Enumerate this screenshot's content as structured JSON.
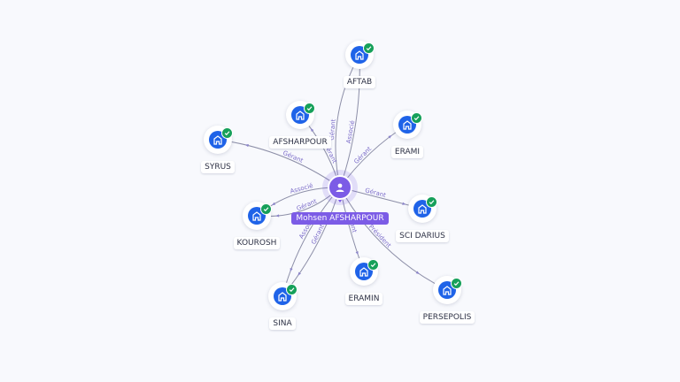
{
  "center": {
    "label": "Mohsen AFSHARPOUR",
    "icon": "person-icon",
    "color": "#7c5ce6"
  },
  "colors": {
    "company_icon": "#1f63e8",
    "verified_badge": "#16a05a",
    "edge_label": "#7b6cc9"
  },
  "nodes": [
    {
      "id": "aftab",
      "label": "AFTAB",
      "icon": "building-icon",
      "verified": true
    },
    {
      "id": "afsharpour",
      "label": "AFSHARPOUR",
      "icon": "building-icon",
      "verified": true
    },
    {
      "id": "erami",
      "label": "ERAMI",
      "icon": "building-icon",
      "verified": true
    },
    {
      "id": "syrus",
      "label": "SYRUS",
      "icon": "building-icon",
      "verified": true
    },
    {
      "id": "scidarius",
      "label": "SCI DARIUS",
      "icon": "building-icon",
      "verified": true
    },
    {
      "id": "kourosh",
      "label": "KOUROSH",
      "icon": "building-icon",
      "verified": true
    },
    {
      "id": "eramin",
      "label": "ERAMIN",
      "icon": "building-icon",
      "verified": true
    },
    {
      "id": "sina",
      "label": "SINA",
      "icon": "building-icon",
      "verified": true
    },
    {
      "id": "persepolis",
      "label": "PERSEPOLIS",
      "icon": "building-icon",
      "verified": true
    }
  ],
  "edges": [
    {
      "to": "aftab",
      "label": "Gérant"
    },
    {
      "to": "aftab",
      "label": "Associé"
    },
    {
      "to": "afsharpour",
      "label": "Gérant"
    },
    {
      "to": "erami",
      "label": "Gérant"
    },
    {
      "to": "syrus",
      "label": "Gérant"
    },
    {
      "to": "scidarius",
      "label": "Gérant"
    },
    {
      "to": "kourosh",
      "label": "Gérant"
    },
    {
      "to": "kourosh",
      "label": "Associé"
    },
    {
      "to": "eramin",
      "label": "Gérant"
    },
    {
      "to": "sina",
      "label": "Gérant"
    },
    {
      "to": "sina",
      "label": "Associé"
    },
    {
      "to": "persepolis",
      "label": "Président"
    }
  ]
}
